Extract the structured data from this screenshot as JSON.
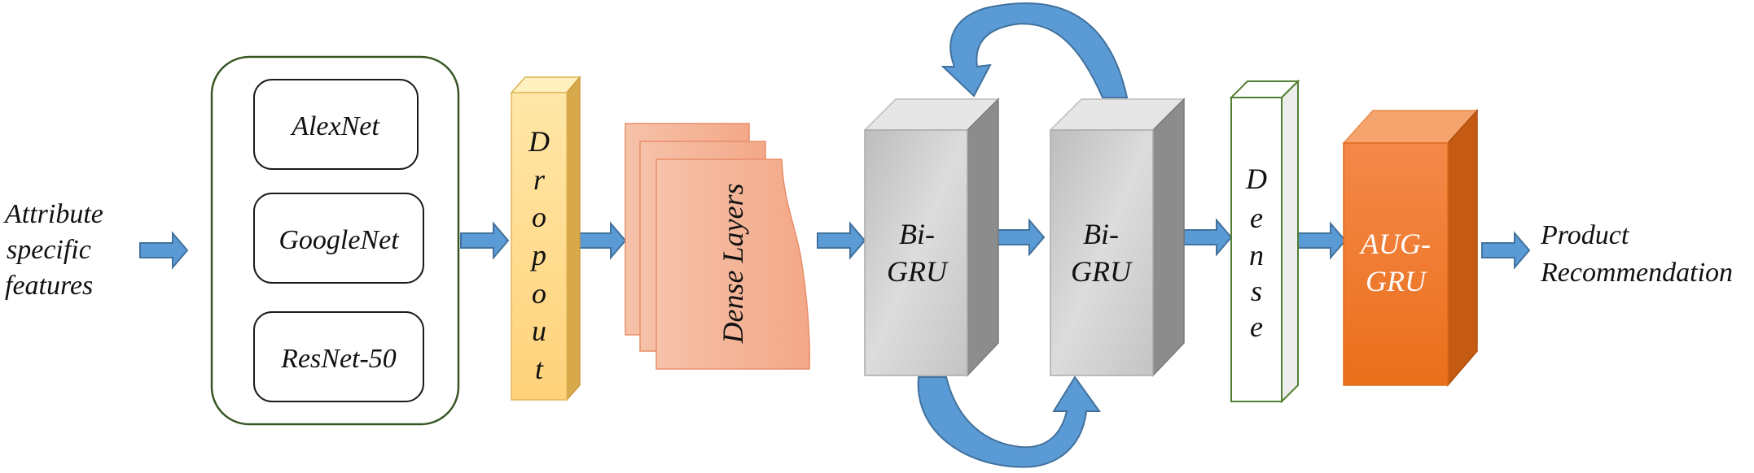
{
  "input_label": [
    "Attribute",
    "specific",
    "features"
  ],
  "cnn_models": [
    "AlexNet",
    "GoogleNet",
    "ResNet-50"
  ],
  "dropout_letters": [
    "D",
    "r",
    "o",
    "p",
    "o",
    "u",
    "t"
  ],
  "dense_layers_label": "Dense Layers",
  "bigru_1": [
    "Bi-",
    "GRU"
  ],
  "bigru_2": [
    "Bi-",
    "GRU"
  ],
  "dense_letters": [
    "D",
    "e",
    "n",
    "s",
    "e"
  ],
  "aug_gru": [
    "AUG-",
    "GRU"
  ],
  "output_label": [
    "Product",
    "Recommendation"
  ],
  "colors": {
    "arrow": "#5b9bd5",
    "arrow_edge": "#41719c",
    "module_border": "#375623",
    "dropout_front": "#ffd98a",
    "dense_layers": "#f4b39a",
    "gru_front": "#cfcfcf",
    "aug_front": "#f07e2e",
    "dense_border": "#507e32"
  }
}
